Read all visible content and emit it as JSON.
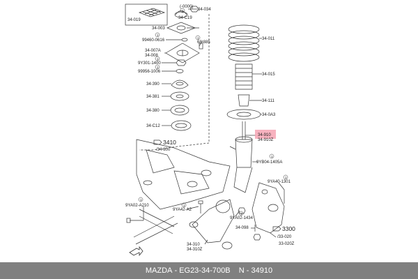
{
  "callouts": {
    "c_34019": "34-019",
    "c_34019_list": "(-0000)",
    "c_34c19": "34-C19",
    "c_34034": "34-034",
    "c_34003": "34-003",
    "c_99460": "99460-0616",
    "c_68885": "68-885",
    "c_34007a": "34-007A",
    "c_34008": "34-008",
    "c_9y301": "9Y301-1400",
    "c_99956": "99956-1006",
    "c_34390": "34-390",
    "c_34381": "34-381",
    "c_34380": "34-380",
    "c_34012": "34-C12",
    "c_34011": "34-011",
    "c_34015": "34-015",
    "c_34111": "34-111",
    "c_340a3": "34-0A3",
    "c_34910": "34-910",
    "c_34910z": "34-910Z",
    "c_3410": "3410",
    "c_34800": "/34-800",
    "c_9yb04": "9YB04-1405A",
    "c_9ya40": "9YA40-1301",
    "c_9ya02": "9YA02-A210",
    "c_9ya42": "9YA42-A2",
    "c_9ya02b": "9YA02-1434",
    "c_34098": "34-098",
    "c_3300": "3300",
    "c_33020": "/33-020",
    "c_33020z": "33-020Z",
    "c_34310": "34-310",
    "c_34310z": "34-310Z",
    "c_1a": "1",
    "c_1b": "1",
    "c_1c": "1",
    "c_1d": "1",
    "c_1e": "1",
    "c_1f": "1",
    "c_1g": "1",
    "c_1h": "1",
    "c_1i": "1",
    "c_1j": "1"
  },
  "footer": {
    "brand": "MAZDA",
    "part_number": "EG23-34-700B",
    "ref": "N - 34910"
  },
  "colors": {
    "highlight": "#f6a4b4",
    "footer_bg": "#808080"
  }
}
